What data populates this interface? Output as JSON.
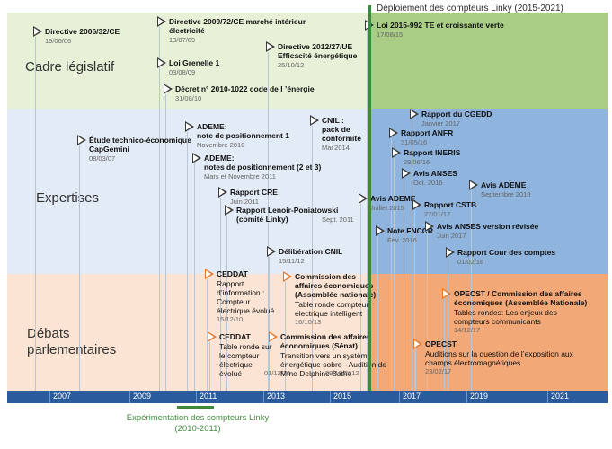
{
  "bands": {
    "legislatif": {
      "label": "Cadre législatif",
      "color": "#e7f1d8",
      "highlight": "#a9cd85"
    },
    "expertises": {
      "label": "Expertises",
      "color": "#e3ebf6",
      "highlight": "#8fb4dd"
    },
    "debats": {
      "label": "Débats\nparlementaires",
      "color": "#fbe4d3",
      "highlight": "#f2a877"
    }
  },
  "axis": {
    "ticks": [
      "2007",
      "2009",
      "2011",
      "2013",
      "2015",
      "2017",
      "2019",
      "2021"
    ]
  },
  "deployment": {
    "label": "Déploiement des compteurs Linky (2015-2021)"
  },
  "experimentation": {
    "label": "Expérimentation des compteurs Linky\n(2010-2011)"
  },
  "events": [
    {
      "id": "dir2006",
      "title": "Directive 2006/32/CE",
      "date": "19/06/06"
    },
    {
      "id": "dir2009",
      "title": "Directive 2009/72/CE marché intérieur\nélectricité",
      "date": "13/07/09"
    },
    {
      "id": "grenelle",
      "title": "Loi Grenelle 1",
      "date": "03/08/09"
    },
    {
      "id": "decret",
      "title": "Décret n° 2010-1022 code de l ’énergie",
      "date": "31/08/10"
    },
    {
      "id": "dir2012",
      "title": "Directive 2012/27/UE\nEfficacité énergétique",
      "date": "25/10/12"
    },
    {
      "id": "loi2015",
      "title": "Loi 2015-992 TE et croissante verte",
      "date": "17/08/15"
    },
    {
      "id": "capgemini",
      "title": "Étude technico-économique\nCapGemini",
      "date": "08/03/07"
    },
    {
      "id": "ademe1",
      "title": "ADEME:\nnote de positionnement 1",
      "date": "Novembre 2010"
    },
    {
      "id": "ademe23",
      "title": "ADEME:\nnotes de positionnement (2 et 3)",
      "date": "Mars et Novembre 2011"
    },
    {
      "id": "cnil1",
      "title": "CNIL :\npack de\nconformité",
      "date": "Mai 2014"
    },
    {
      "id": "rcre",
      "title": "Rapport CRE",
      "date": "Juin 2011"
    },
    {
      "id": "lenoir",
      "title": "Rapport Lenoir-Poniatowski\n(comité Linky)",
      "date": "Sept. 2011"
    },
    {
      "id": "cnil2",
      "title": "Délibération CNIL",
      "date": "15/11/12"
    },
    {
      "id": "cgedd",
      "title": "Rapport du CGEDD",
      "date": "Janvier 2017"
    },
    {
      "id": "anfr",
      "title": "Rapport ANFR",
      "date": "31/05/16"
    },
    {
      "id": "ineris",
      "title": "Rapport INERIS",
      "date": "29/06/16"
    },
    {
      "id": "anses",
      "title": "Avis ANSES",
      "date": "Oct. 2016"
    },
    {
      "id": "ademe18",
      "title": "Avis ADEME",
      "date": "Septembre 2018"
    },
    {
      "id": "ademe15",
      "title": "Avis ADEME",
      "date": "Juillet 2015"
    },
    {
      "id": "cstb",
      "title": "Rapport CSTB",
      "date": "27/01/17"
    },
    {
      "id": "fnccr",
      "title": "Note FNCCR",
      "date": "Fév. 2016"
    },
    {
      "id": "anses2",
      "title": "Avis ANSES version révisée",
      "date": "Juin 2017"
    },
    {
      "id": "comptes",
      "title": "Rapport Cour des comptes",
      "date": "01/02/18"
    },
    {
      "id": "ceddat1",
      "title": "CEDDAT",
      "body": "Rapport\nd’information :\nCompteur\nélectrique évolué",
      "date": "15/12/10"
    },
    {
      "id": "ceddat2",
      "title": "CEDDAT",
      "body": "Table ronde sur\nle compteur\nélectrique\névolué",
      "date": "01/12/10"
    },
    {
      "id": "cae_an",
      "title": "Commission des\naffaires économiques\n(Assemblée nationale)",
      "body": "Table ronde compteur\nélectrique intelligent",
      "date": "16/10/13"
    },
    {
      "id": "cae_senat",
      "title": "Commission des affaires\néconomiques (Sénat)",
      "body": "Transition vers un système\nénergétique sobre - Audition de\nMme Delphine Batho",
      "date": "09/10/2012"
    },
    {
      "id": "opecst1",
      "title": "OPECST / Commission des affaires\néconomiques (Assemblée Nationale)",
      "body": "Tables rondes: Les enjeux des\ncompteurs communicants",
      "date": "14/12/17"
    },
    {
      "id": "opecst2",
      "title": "OPECST",
      "body": "Auditions sur la question de l’exposition aux\nchamps électromagnétiques",
      "date": "23/02/17"
    }
  ]
}
